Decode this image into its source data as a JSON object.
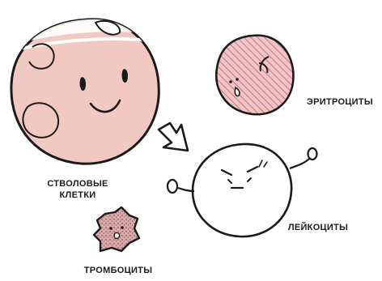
{
  "labels": {
    "stem_line1": "СТВОЛОВЫЕ",
    "stem_line2": "КЛЕТКИ",
    "erythrocytes": "ЭРИТРОЦИТЫ",
    "leukocytes": "ЛЕЙКОЦИТЫ",
    "thrombocytes": "ТРОМБОЦИТЫ"
  },
  "colors": {
    "outline": "#1a1a1a",
    "stem_fill": "#f2c9c2",
    "erythrocyte_fill": "#f3c4c6",
    "erythrocyte_hatch": "#b06a70",
    "thrombocyte_fill": "#c99a9a",
    "background": "#ffffff"
  },
  "icons": [
    "stem-cell-icon",
    "arrow-icon",
    "erythrocyte-icon",
    "leukocyte-icon",
    "thrombocyte-icon"
  ]
}
